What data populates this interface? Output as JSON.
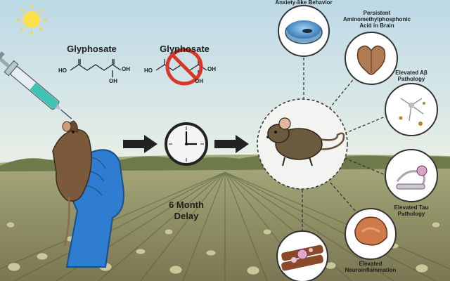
{
  "glyphosate_left": {
    "title": "Glyphosate",
    "formula_left": "HO",
    "formula_right_top": "OH",
    "formula_right_bottom": "OH"
  },
  "glyphosate_right": {
    "title": "Glyphosate",
    "formula_left": "HO",
    "formula_right_top": "OH",
    "formula_right_bottom": "OH"
  },
  "delay": {
    "line1": "6 Month",
    "line2": "Delay"
  },
  "outcomes": [
    {
      "id": "anxiety",
      "label": "Anxiety-like Behavior"
    },
    {
      "id": "ampa",
      "label_lines": [
        "Persistent",
        "Aminomethylphosphonic",
        "Acid in Brain"
      ]
    },
    {
      "id": "abeta",
      "label_lines": [
        "Elevated Aβ",
        "Pathology"
      ]
    },
    {
      "id": "tau",
      "label_lines": [
        "Elevated Tau",
        "Pathology"
      ]
    },
    {
      "id": "neuro",
      "label_lines": [
        "Elevated",
        "Neuroinflammation"
      ]
    }
  ]
}
